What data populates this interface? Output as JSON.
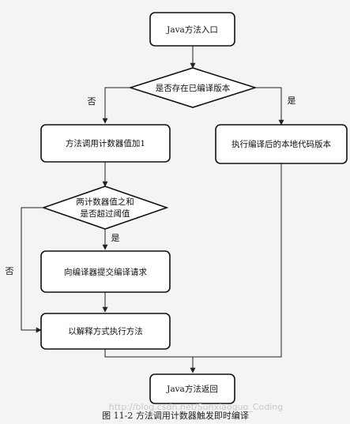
{
  "diagram": {
    "nodes": {
      "entry": "Java方法入口",
      "check_compiled": "是否存在已编译版本",
      "increment_counter": "方法调用计数器值加1",
      "check_threshold": [
        "两计数器值之和",
        "是否超过阈值"
      ],
      "submit_request": "向编译器提交编译请求",
      "interpret": "以解释方式执行方法",
      "run_native": "执行编译后的本地代码版本",
      "exit": "Java方法返回"
    },
    "edges": {
      "compiled_no": "否",
      "compiled_yes": "是",
      "threshold_yes": "是",
      "threshold_no": "否"
    }
  },
  "caption": "图 11-2    方法调用计数器触发即时编译",
  "watermark": "http://blog.csdn.net/Sunxiaoguo_Coding",
  "colors": {
    "stroke": "#111111",
    "background": "#f4f4f4",
    "node_fill": "#ffffff"
  }
}
